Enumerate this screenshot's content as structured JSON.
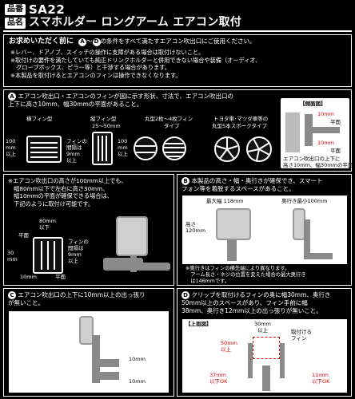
{
  "header": {
    "row1_tag": "品番",
    "row1_text": "SA22",
    "row2_tag": "品名",
    "row2_text": "スマホルダー ロングアーム エアコン取付"
  },
  "notice": {
    "title": "お求めいただく前に",
    "cond_start": "A",
    "cond_mid": "〜",
    "cond_end": "D",
    "cond_text": "の条件をすべて満たすエアコン吹出口にご使用ください。",
    "lines": [
      "※レバー、ドアノブ、スイッチの操作に支障がある場合は取付けないこと。",
      "※取付けの要件を満たしていても純正ドリンクホルダーと併用できない場合や装備（オーディオ、",
      "　グローブボックス、ピラー等）と干渉する場合があります。",
      "※本製品を取付けるとエアコンのフィンは操作できなくなります。"
    ]
  },
  "secA": {
    "letter": "A",
    "text1": "エアコン吹出口・エアコンのフィンが図に示す形状、寸法で、エアコン吹出口の",
    "text2": "上下に高さ10mm、幅30mmの平面があること。",
    "side_title": "【側面図】",
    "side_dim1": "10mm",
    "side_dim2": "10mm",
    "side_label1": "平面",
    "side_label2": "平面",
    "side_caption1": "エアコン吹出口の上下に",
    "side_caption2": "高さ10mm、幅30mmの平面",
    "types": {
      "horizontal": "横フィン型",
      "vertical": "縦フィン型",
      "vertical_range": "25〜50mm",
      "round": "丸型2枚〜4枚フィン",
      "round_sub": "タイプ",
      "toyota": "トヨタ車･マツダ車等の",
      "toyota_sub": "丸型5本スポークタイプ"
    },
    "dim_100": "100",
    "dim_mm_above": "mm",
    "dim_above": "以上",
    "fin_gap1": "フィンの",
    "fin_gap2": "間隔は",
    "fin_gap3": "9mm",
    "fin_gap4": "以上"
  },
  "vent_note": {
    "lines": [
      "※エアコン吹出口の高さが100mm以上でも、",
      "　幅80mm以下で左右に高さ30mm、",
      "　幅10mmの平面が確保できる場合は、",
      "　下記のように取付け可能です。"
    ],
    "dim_80": "80mm",
    "dim_80b": "以下",
    "dim_30": "30",
    "dim_30b": "mm",
    "plane_top": "平面",
    "plane_bottom": "平面",
    "dim_10": "10mm",
    "fin_gap1": "フィンの",
    "fin_gap2": "間隔は",
    "fin_gap3": "9mm",
    "fin_gap4": "以上"
  },
  "secB": {
    "letter": "B",
    "text1": "本製品の高さ・幅・奥行きが確保でき、スマート",
    "text2": "フォン等を着脱するスペースがあること。",
    "width_label": "最大幅 118mm",
    "depth_label": "奥行き最小100mm",
    "height_label1": "高さ",
    "height_label2": "120mm",
    "note1": "※奥行きはフィンの横先端により異なります。",
    "note2": "　アーム長さ・ネジの位置を変えた場合の最大奥行き",
    "note3": "　は146mmです。"
  },
  "secC": {
    "letter": "C",
    "text1": "エアコン吹出口の上下に10mm以上の出っ張り",
    "text2": "が無いこと。",
    "dim1": "10mm",
    "dim2": "10mm"
  },
  "secD": {
    "letter": "D",
    "text1": "クリップを取付けるフィンの奥に幅30mm、奥行き",
    "text2": "50mm以上のスペースがあり、フィン手前に幅",
    "text3": "38mm、奥行き12mm以上の出っ張りが無いこと。",
    "top_view": "【上面図】",
    "d30": "30mm",
    "d30b": "以上",
    "fin_label1": "取付ける",
    "fin_label2": "フィン",
    "d50": "50mm",
    "d50b": "以上",
    "d37": "37mm",
    "d37b": "以下OK",
    "d11": "11mm",
    "d11b": "以下OK"
  }
}
